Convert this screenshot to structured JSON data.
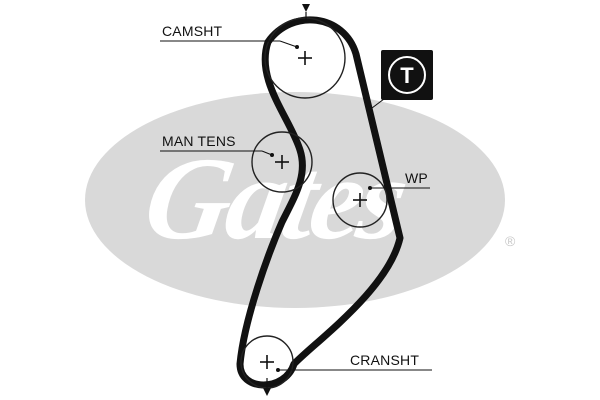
{
  "labels": {
    "camshaft": "CAMSHT",
    "manual_tensioner": "MAN TENS",
    "water_pump": "WP",
    "crankshaft": "CRANSHT"
  },
  "badge": {
    "text": "T"
  },
  "watermark": {
    "brand": "Gates",
    "registered": "®"
  },
  "colors": {
    "belt": "#111111",
    "pulley_stroke": "#222222",
    "watermark": "#d9d9d9",
    "badge_bg": "#111111",
    "badge_fg": "#ffffff"
  }
}
